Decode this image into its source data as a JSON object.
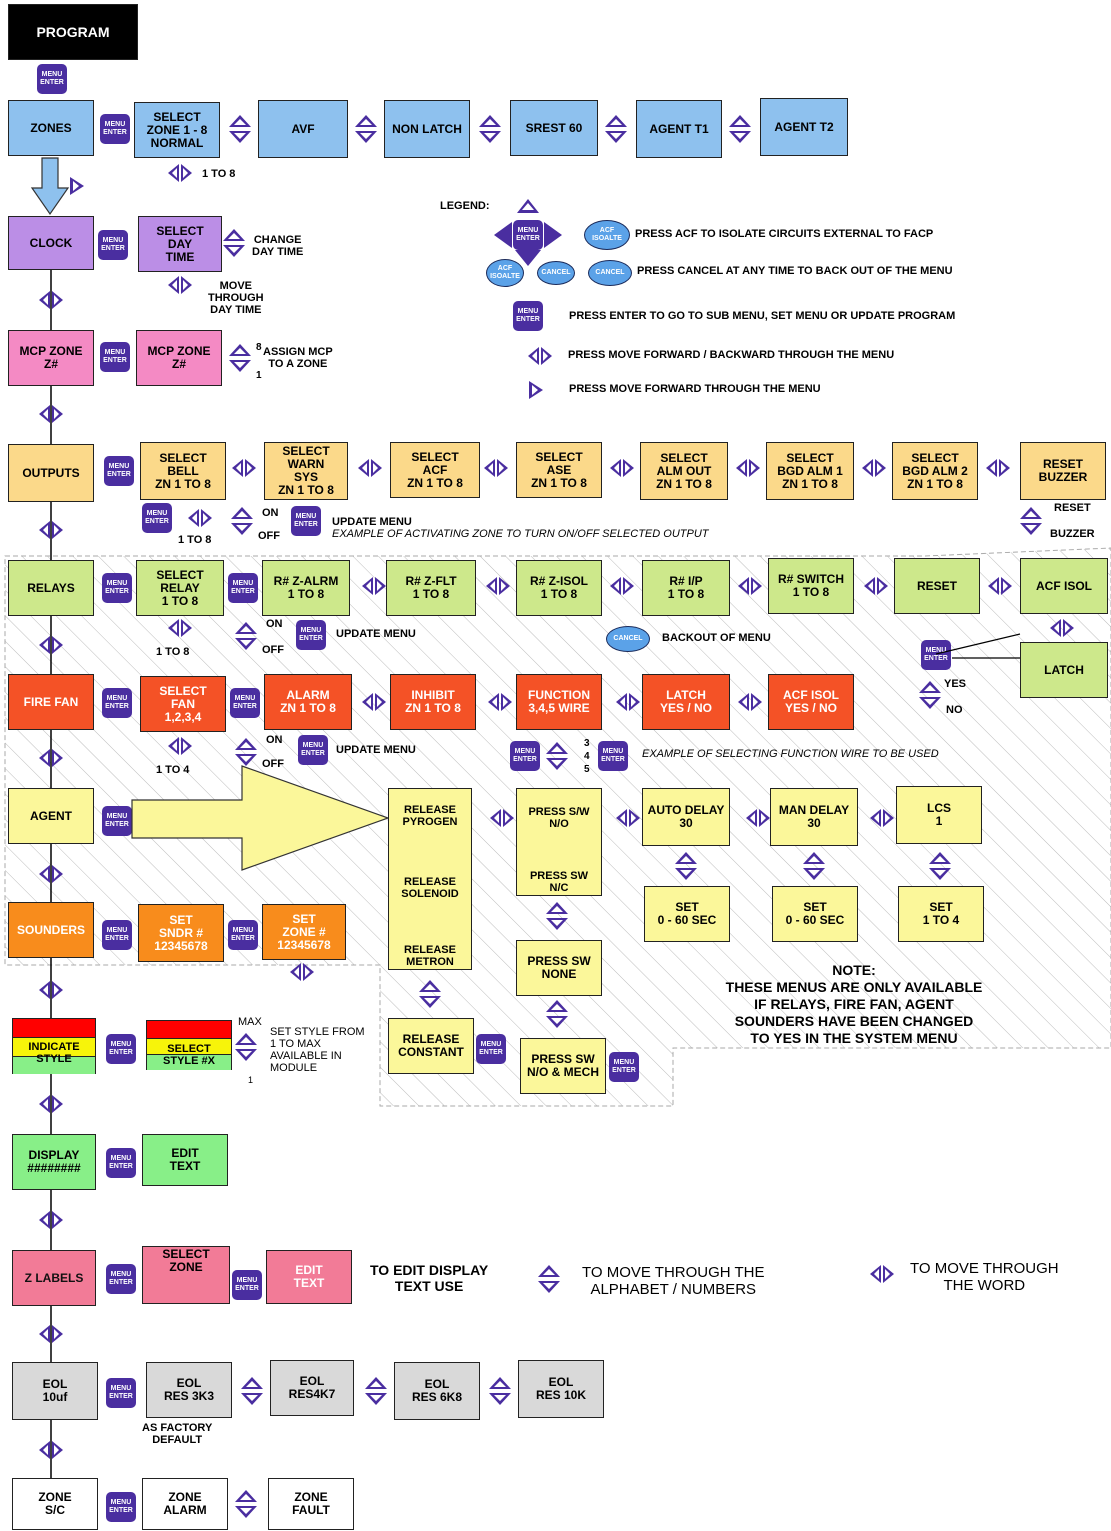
{
  "program": "PROGRAM",
  "menu_enter": "MENU\nENTER",
  "main_menu": {
    "zones": "ZONES",
    "clock": "CLOCK",
    "mcp_zone": "MCP ZONE\nZ#",
    "outputs": "OUTPUTS",
    "relays": "RELAYS",
    "fire_fan": "FIRE FAN",
    "agent": "AGENT",
    "sounders": "SOUNDERS",
    "indicate_style": "INDICATE\nSTYLE",
    "display": "DISPLAY\n########",
    "z_labels": "Z LABELS",
    "eol": "EOL\n10uf",
    "zone_sc": "ZONE\nS/C"
  },
  "zones_row": {
    "select": "SELECT\nZONE 1 - 8\nNORMAL",
    "avf": "AVF",
    "non_latch": "NON LATCH",
    "srest": "SREST 60",
    "agent_t1": "AGENT T1",
    "agent_t2": "AGENT T2",
    "hint": "1 TO 8"
  },
  "clock_row": {
    "select": "SELECT\nDAY\nTIME",
    "change": "CHANGE\nDAY TIME",
    "move": "MOVE\nTHROUGH\nDAY TIME"
  },
  "mcp_row": {
    "box": "MCP ZONE\nZ#",
    "n8": "8",
    "n1": "1",
    "assign": "ASSIGN MCP\nTO A ZONE"
  },
  "legend": {
    "title": "LEGEND:",
    "acf_oval": "ACF\nISOALTE",
    "cancel_oval": "CANCEL",
    "acf_desc": "PRESS ACF TO ISOLATE CIRCUITS EXTERNAL TO FACP",
    "cancel_desc": "PRESS CANCEL AT ANY TIME TO BACK OUT OF THE MENU",
    "enter_desc": "PRESS ENTER TO GO TO SUB MENU, SET MENU OR UPDATE PROGRAM",
    "lr_desc": "PRESS MOVE FORWARD / BACKWARD THROUGH THE MENU",
    "r_desc": "PRESS MOVE FORWARD THROUGH THE MENU"
  },
  "outputs_row": {
    "bell": "SELECT\nBELL\nZN 1 TO 8",
    "warn": "SELECT\nWARN\nSYS\nZN 1 TO 8",
    "acf": "SELECT\nACF\nZN 1 TO 8",
    "ase": "SELECT\nASE\nZN 1 TO 8",
    "alm_out": "SELECT\nALM OUT\nZN 1 TO 8",
    "bgd1": "SELECT\nBGD ALM 1\nZN 1 TO 8",
    "bgd2": "SELECT\nBGD ALM 2\nZN 1 TO 8",
    "reset_buzzer": "RESET\nBUZZER",
    "hint_1to8": "1 TO 8",
    "on": "ON",
    "off": "OFF",
    "update": "UPDATE MENU",
    "example": "EXAMPLE OF ACTIVATING ZONE TO TURN ON/OFF SELECTED OUTPUT",
    "reset": "RESET",
    "buzzer": "BUZZER"
  },
  "relays_row": {
    "select": "SELECT\nRELAY\n1 TO 8",
    "zalrm": "R# Z-ALRM\n1 TO 8",
    "zflt": "R# Z-FLT\n1 TO 8",
    "zisol": "R# Z-ISOL\n1 TO 8",
    "ip": "R# I/P\n1 TO 8",
    "switch": "R# SWITCH\n1 TO 8",
    "reset": "RESET",
    "acf_isol": "ACF ISOL",
    "latch": "LATCH",
    "hint_1to8": "1 TO 8",
    "on": "ON",
    "off": "OFF",
    "update": "UPDATE MENU",
    "backout": "BACKOUT OF MENU",
    "yes": "YES",
    "no": "NO"
  },
  "fan_row": {
    "select": "SELECT\nFAN\n1,2,3,4",
    "alarm": "ALARM\nZN 1 TO 8",
    "inhibit": "INHIBIT\nZN 1 TO 8",
    "function": "FUNCTION\n3,4,5 WIRE",
    "latch": "LATCH\nYES / NO",
    "acf_isol": "ACF ISOL\nYES / NO",
    "hint_1to4": "1 TO 4",
    "on": "ON",
    "off": "OFF",
    "update": "UPDATE MENU",
    "n3": "3",
    "n4": "4",
    "n5": "5",
    "example": "EXAMPLE OF SELECTING FUNCTION WIRE TO BE USED"
  },
  "agent_row": {
    "pyrogen": "RELEASE\nPYROGEN",
    "solenoid": "RELEASE\nSOLENOID",
    "metron": "RELEASE\nMETRON",
    "constant": "RELEASE\nCONSTANT",
    "press_no": "PRESS S/W\nN/O",
    "press_nc": "PRESS SW\nN/C",
    "press_none": "PRESS SW\nNONE",
    "press_mech": "PRESS SW\nN/O & MECH",
    "auto_delay": "AUTO DELAY\n30",
    "man_delay": "MAN DELAY\n30",
    "lcs": "LCS\n1",
    "set_auto": "SET\n0 - 60 SEC",
    "set_man": "SET\n0 - 60 SEC",
    "set_lcs": "SET\n1 TO 4"
  },
  "sounders_row": {
    "sndr": "SET\nSNDR #\n12345678",
    "zone": "SET\nZONE #\n12345678"
  },
  "note": "NOTE:\nTHESE MENUS ARE ONLY AVAILABLE\nIF RELAYS, FIRE FAN, AGENT\nSOUNDERS HAVE BEEN CHANGED\nTO YES IN THE SYSTEM MENU",
  "style_row": {
    "select": "SELECT\nSTYLE #X",
    "max": "MAX",
    "one": "1",
    "desc": "SET STYLE FROM\n1 TO MAX\nAVAILABLE IN\nMODULE"
  },
  "display_row": {
    "edit": "EDIT\nTEXT"
  },
  "labels_row": {
    "select": "SELECT\nZONE",
    "edit": "EDIT\nTEXT",
    "to_edit": "TO EDIT DISPLAY\nTEXT USE",
    "move_alpha": "TO MOVE THROUGH THE\nALPHABET / NUMBERS",
    "move_word": "TO MOVE THROUGH\nTHE WORD"
  },
  "eol_row": {
    "r3k3": "EOL\nRES 3K3",
    "r4k7": "EOL\nRES4K7",
    "r6k8": "EOL\nRES 6K8",
    "r10k": "EOL\nRES 10K",
    "factory": "AS FACTORY\nDEFAULT"
  },
  "zone_row": {
    "alarm": "ZONE\nALARM",
    "fault": "ZONE\nFAULT"
  },
  "colors": {
    "blue": "#8ec1ee",
    "purple": "#bb8ee6",
    "pink": "#f48ac4",
    "orange_light": "#fbd98a",
    "green": "#cde88b",
    "red": "#f45226",
    "yellow": "#fbf79a",
    "orange": "#f88c1c",
    "button": "#4a2ea0"
  }
}
